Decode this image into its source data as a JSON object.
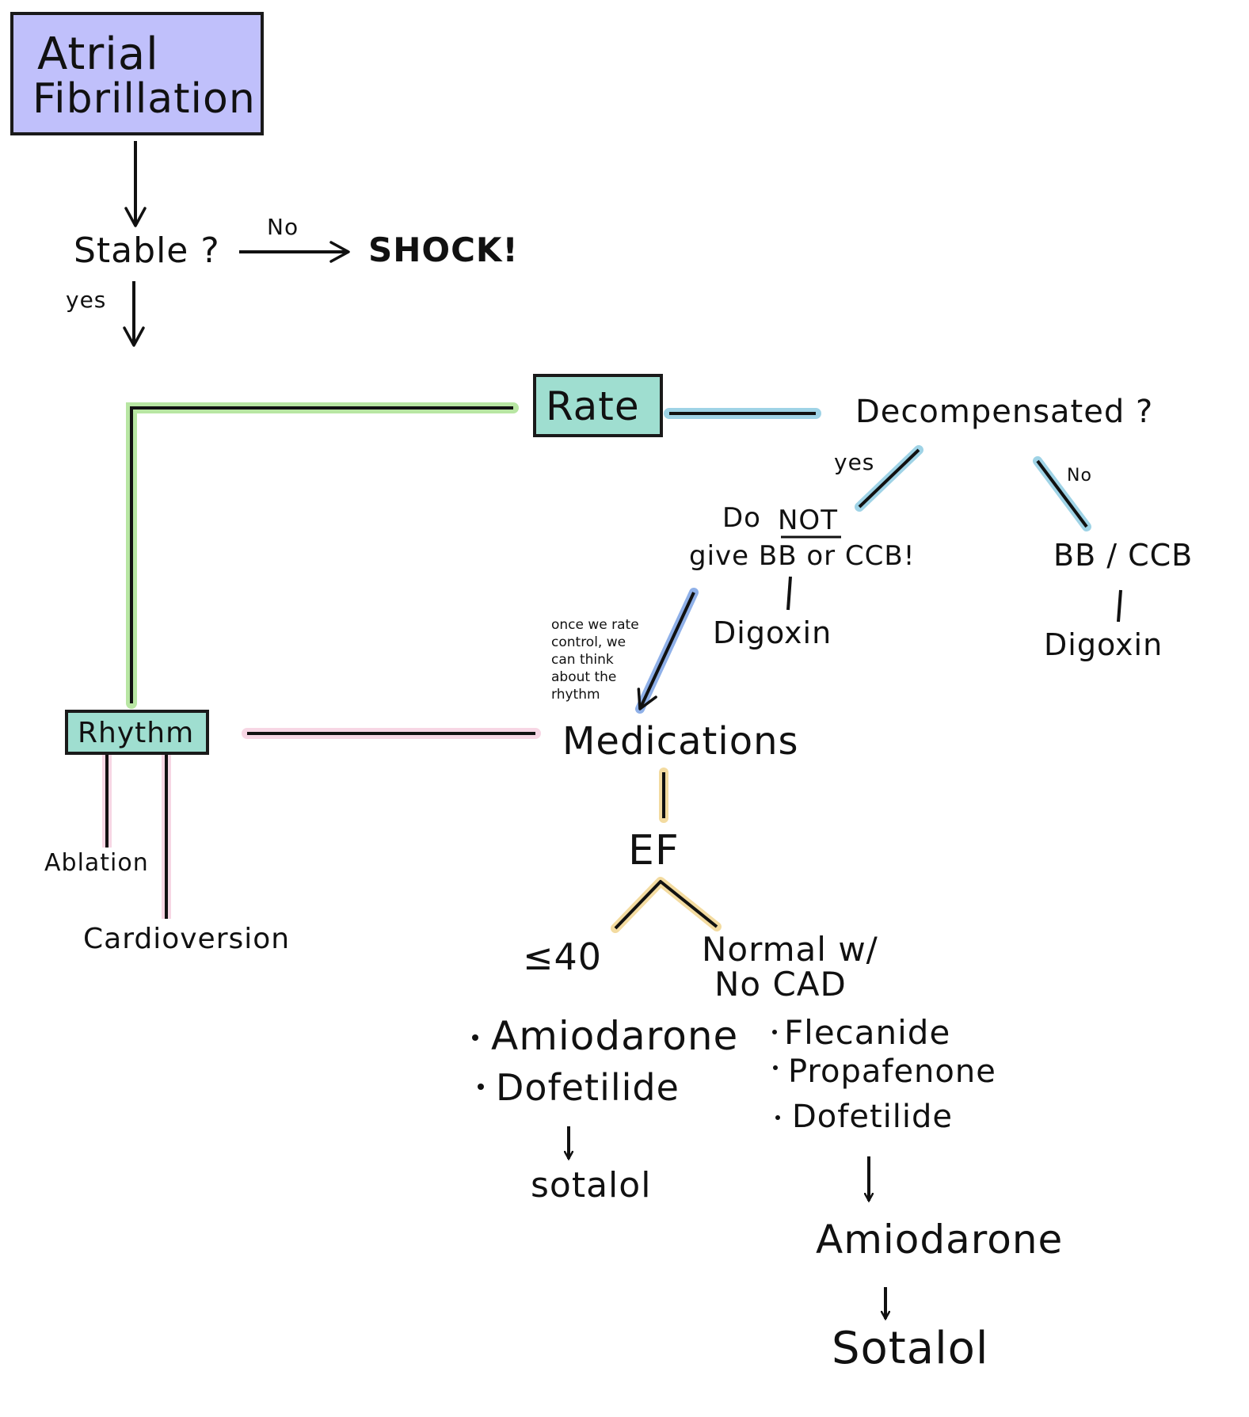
{
  "colors": {
    "title_box": "#c0c0fb",
    "rate_box": "#9fded0",
    "rhythm_box": "#9fded0",
    "rate_line": "#b8e6a3",
    "decomp_line": "#9fd3e6",
    "rhythm_line": "#f7d6e4",
    "medication_arrow": "#8fb0e8",
    "ef_line": "#f3dba0",
    "ink": "#111111"
  },
  "nodes": {
    "title": {
      "line1": "Atrial",
      "line2": "Fibrillation"
    },
    "stable": "Stable ?",
    "no_label": "No",
    "shock": "SHOCK!",
    "yes_label": "yes",
    "rate": "Rate",
    "decompensated": "Decompensated ?",
    "decomp_yes": "yes",
    "decomp_no": "No",
    "do_not": {
      "word1": "Do",
      "word2": "NOT",
      "line2": "give BB or CCB!"
    },
    "bb_ccb": "BB / CCB",
    "digoxin_left": "Digoxin",
    "digoxin_right": "Digoxin",
    "note": [
      "once we rate",
      "control, we",
      "can think",
      "about the",
      "rhythm"
    ],
    "rhythm": "Rhythm",
    "medications": "Medications",
    "ablation": "Ablation",
    "cardioversion": "Cardioversion",
    "ef": "EF",
    "low_ef": "≤40",
    "normal": {
      "line1": "Normal w/",
      "line2": "No CAD"
    },
    "low_meds": [
      "Amiodarone",
      "Dofetilide"
    ],
    "low_after": "sotalol",
    "normal_meds": [
      "Flecanide",
      "Propafenone",
      "Dofetilide"
    ],
    "normal_after1": "Amiodarone",
    "normal_after2": "Sotalol"
  }
}
